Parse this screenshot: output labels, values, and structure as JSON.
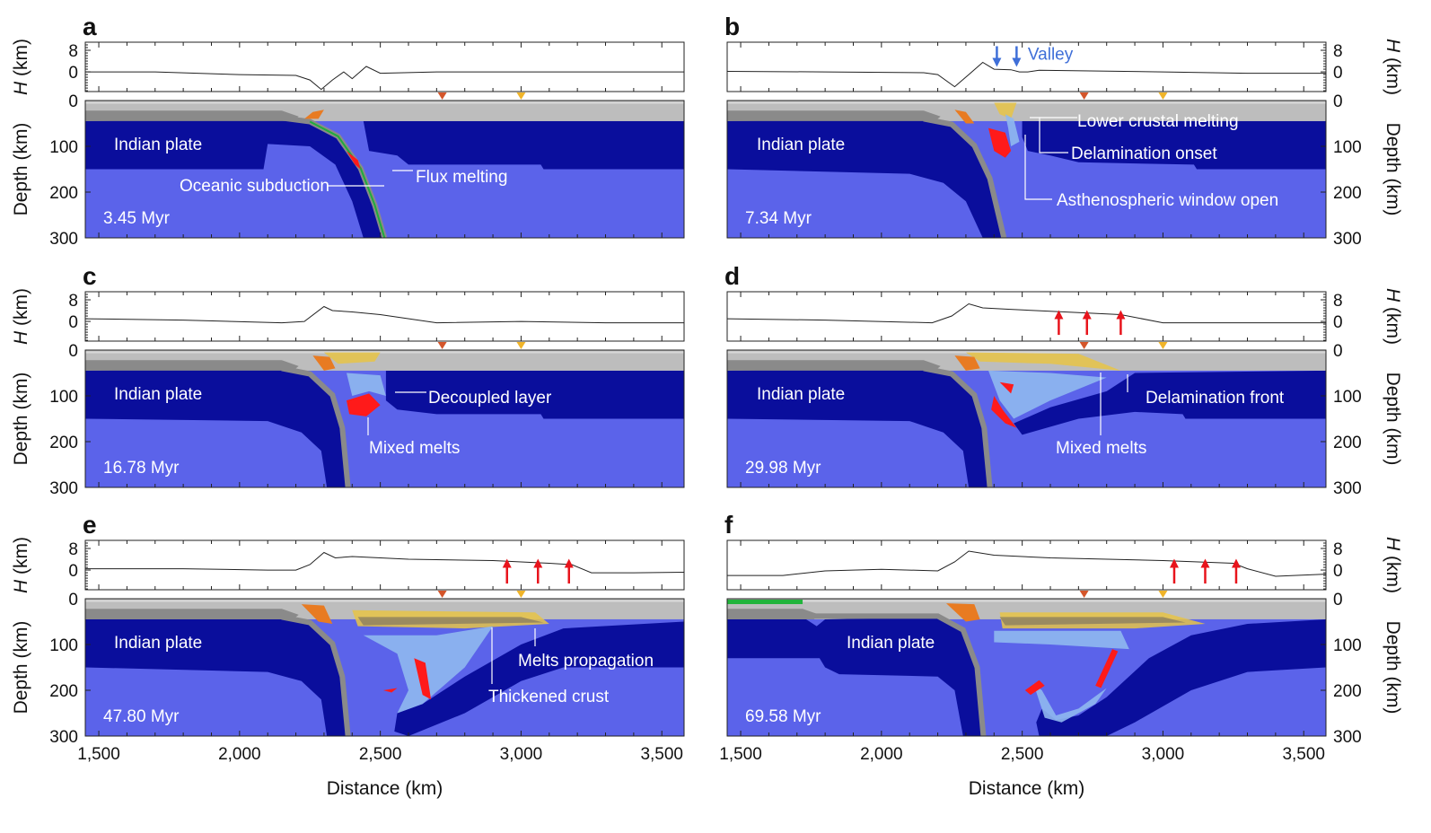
{
  "figure": {
    "xlabel": "Distance (km)",
    "topo_ylabel_italic": "H",
    "topo_ylabel_unit": " (km)",
    "depth_ylabel": "Depth (km)",
    "x_ticks": [
      "1,500",
      "2,000",
      "2,500",
      "3,000",
      "3,500"
    ],
    "x_tick_values": [
      1500,
      2000,
      2500,
      3000,
      3500
    ],
    "topo_ticks": [
      "8",
      "0"
    ],
    "topo_tick_values": [
      8,
      0
    ],
    "depth_ticks": [
      "0",
      "100",
      "200",
      "300"
    ],
    "depth_tick_values": [
      0,
      100,
      200,
      300
    ],
    "xlim": [
      1452,
      3579
    ],
    "topo_ylim": [
      -7.3,
      11
    ],
    "depth_ylim": [
      0,
      300
    ],
    "colors": {
      "asthenosphere": "#5b63ea",
      "lithosphere": "#0a0e9c",
      "upper_crust": "#bdbdbd",
      "lower_crust": "#8a8a8a",
      "melt": "#ff1a1a",
      "sediment": "#e87b22",
      "felsic_melt": "#e8c447",
      "hydrated": "#8fb8f0",
      "marker_red": "#d4552a",
      "marker_yellow": "#f0b429",
      "arrow_up": "#e8141c",
      "arrow_down": "#3f6fd8",
      "valley_text": "#3f6fd8"
    }
  },
  "panels": [
    {
      "letter": "a",
      "time": "3.45 Myr",
      "annotations": [
        "Indian plate",
        "Oceanic subduction",
        "Flux melting"
      ],
      "topo": {
        "x": [
          1452,
          1700,
          2000,
          2200,
          2250,
          2290,
          2330,
          2370,
          2400,
          2450,
          2500,
          2700,
          3000,
          3579
        ],
        "h": [
          0,
          0,
          -1,
          -1.3,
          -3,
          -6.5,
          -3,
          0,
          -2.5,
          2,
          -0.5,
          0,
          0,
          0
        ]
      },
      "markers": [
        2720,
        3000
      ],
      "arrows": {
        "dir": "none",
        "x": []
      }
    },
    {
      "letter": "b",
      "time": "7.34 Myr",
      "annotations": [
        "Indian plate",
        "Lower crustal melting",
        "Delamination onset",
        "Asthenospheric window open"
      ],
      "topo_note": "Valley",
      "topo": {
        "x": [
          1452,
          1800,
          2150,
          2200,
          2260,
          2310,
          2360,
          2400,
          2460,
          2490,
          2520,
          2560,
          3000,
          3300,
          3579
        ],
        "h": [
          0.2,
          0,
          -0.3,
          -1,
          -5.5,
          -1,
          3.5,
          1,
          0.8,
          0,
          0,
          0.6,
          0,
          -0.5,
          -0.5
        ]
      },
      "markers": [
        2720,
        3000
      ],
      "arrows": {
        "dir": "down",
        "x": [
          2410,
          2480
        ]
      }
    },
    {
      "letter": "c",
      "time": "16.78 Myr",
      "annotations": [
        "Indian plate",
        "Decoupled layer",
        "Mixed melts"
      ],
      "topo": {
        "x": [
          1452,
          1800,
          2150,
          2230,
          2300,
          2330,
          2400,
          2500,
          2700,
          3000,
          3300,
          3579
        ],
        "h": [
          1,
          0.5,
          -0.5,
          0,
          5.5,
          4,
          3.5,
          2.5,
          -0.5,
          0,
          -0.5,
          -0.5
        ]
      },
      "markers": [
        2720,
        3000
      ],
      "arrows": {
        "dir": "none",
        "x": []
      }
    },
    {
      "letter": "d",
      "time": "29.98 Myr",
      "annotations": [
        "Indian plate",
        "Delamination front",
        "Mixed melts"
      ],
      "topo": {
        "x": [
          1452,
          1800,
          2180,
          2250,
          2310,
          2360,
          2450,
          2650,
          2850,
          3000,
          3300,
          3579
        ],
        "h": [
          1,
          0.5,
          -0.5,
          2,
          6.5,
          5,
          4.5,
          3.5,
          2.5,
          -0.5,
          -0.5,
          -0.5
        ]
      },
      "markers": [
        2720,
        3000
      ],
      "arrows": {
        "dir": "up",
        "x": [
          2630,
          2730,
          2850
        ]
      }
    },
    {
      "letter": "e",
      "time": "47.80 Myr",
      "annotations": [
        "Indian plate",
        "Melts propagation",
        "Thickened crust"
      ],
      "topo": {
        "x": [
          1452,
          1800,
          2100,
          2200,
          2250,
          2300,
          2340,
          2400,
          2600,
          2900,
          3100,
          3180,
          3250,
          3400,
          3579
        ],
        "h": [
          0.5,
          0.5,
          0,
          0,
          2,
          6.5,
          4.5,
          5,
          4,
          3.5,
          2.5,
          2,
          -1,
          -1,
          -0.8
        ]
      },
      "markers": [
        2720,
        3000
      ],
      "arrows": {
        "dir": "up",
        "x": [
          2950,
          3060,
          3170
        ]
      }
    },
    {
      "letter": "f",
      "time": "69.58 Myr",
      "annotations": [
        "Indian plate"
      ],
      "topo": {
        "x": [
          1452,
          1650,
          1800,
          2000,
          2200,
          2260,
          2310,
          2400,
          2600,
          3000,
          3250,
          3300,
          3400,
          3579
        ],
        "h": [
          -2,
          -2,
          -0.3,
          0.3,
          -0.3,
          3,
          7,
          5.5,
          4.5,
          3.5,
          2.5,
          0.5,
          -2.3,
          -1.5
        ]
      },
      "markers": [
        2720,
        3000
      ],
      "arrows": {
        "dir": "up",
        "x": [
          3040,
          3150,
          3260
        ]
      }
    }
  ]
}
